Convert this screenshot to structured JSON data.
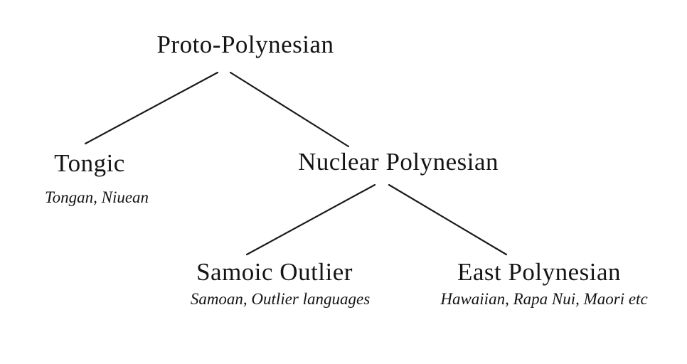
{
  "diagram": {
    "type": "tree",
    "nodes": {
      "root": {
        "label": "Proto-Polynesian"
      },
      "tongic": {
        "label": "Tongic",
        "sublabel": "Tongan, Niuean"
      },
      "nuclear": {
        "label": "Nuclear Polynesian"
      },
      "samoic": {
        "label": "Samoic Outlier",
        "sublabel": "Samoan, Outlier languages"
      },
      "east": {
        "label": "East Polynesian",
        "sublabel": "Hawaiian, Rapa Nui, Maori etc"
      }
    },
    "edges": [
      {
        "from": "Proto-Polynesian",
        "to": "Tongic"
      },
      {
        "from": "Proto-Polynesian",
        "to": "Nuclear Polynesian"
      },
      {
        "from": "Nuclear Polynesian",
        "to": "Samoic Outlier"
      },
      {
        "from": "Nuclear Polynesian",
        "to": "East Polynesian"
      }
    ],
    "line_color": "#1a1a1a",
    "background_color": "#ffffff"
  }
}
